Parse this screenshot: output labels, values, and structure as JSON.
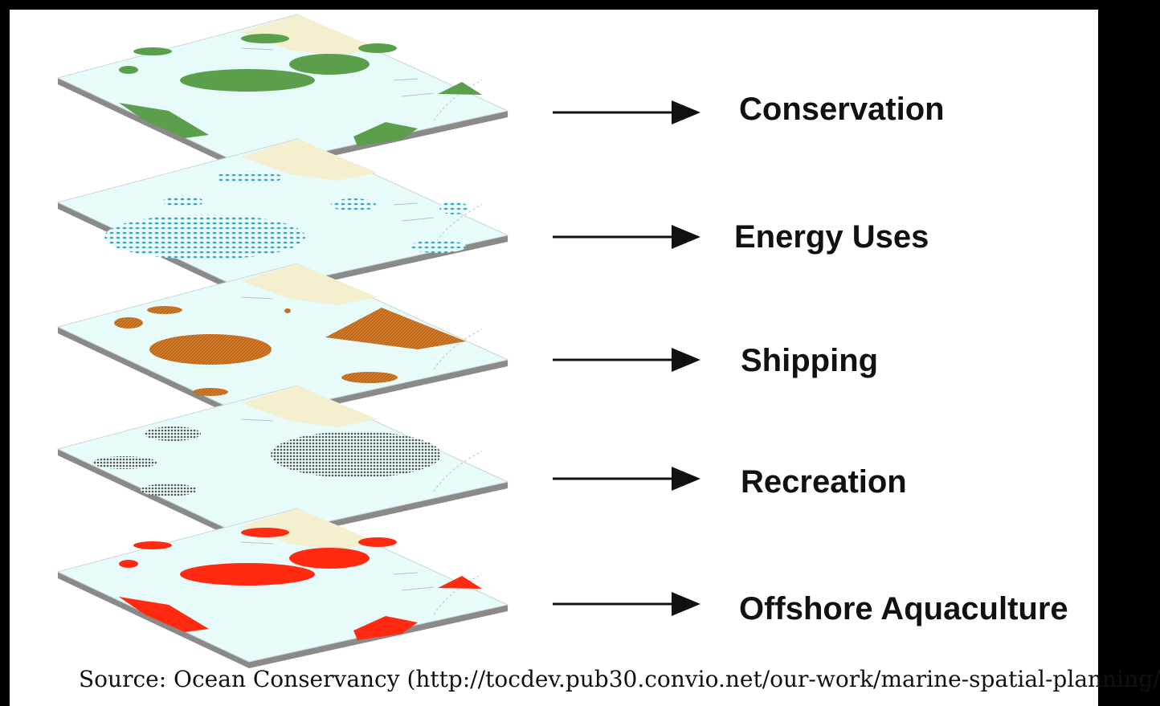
{
  "layers": [
    {
      "label": "Conservation",
      "color": "#5b9e4c"
    },
    {
      "label": "Energy Uses",
      "color": "#3aa6c9"
    },
    {
      "label": "Shipping",
      "color": "#d17a2a"
    },
    {
      "label": "Recreation",
      "color": "#6b6b6b"
    },
    {
      "label": "Offshore Aquaculture",
      "color": "#ff2a10"
    }
  ],
  "source_text": "Source: Ocean Conservancy (http://tocdev.pub30.convio.net/our-work/marine-spatial-planning/",
  "colors": {
    "water": "#e8fbfb",
    "land": "#f3efcf",
    "edge": "#8a8a8a",
    "arrow": "#111111"
  }
}
